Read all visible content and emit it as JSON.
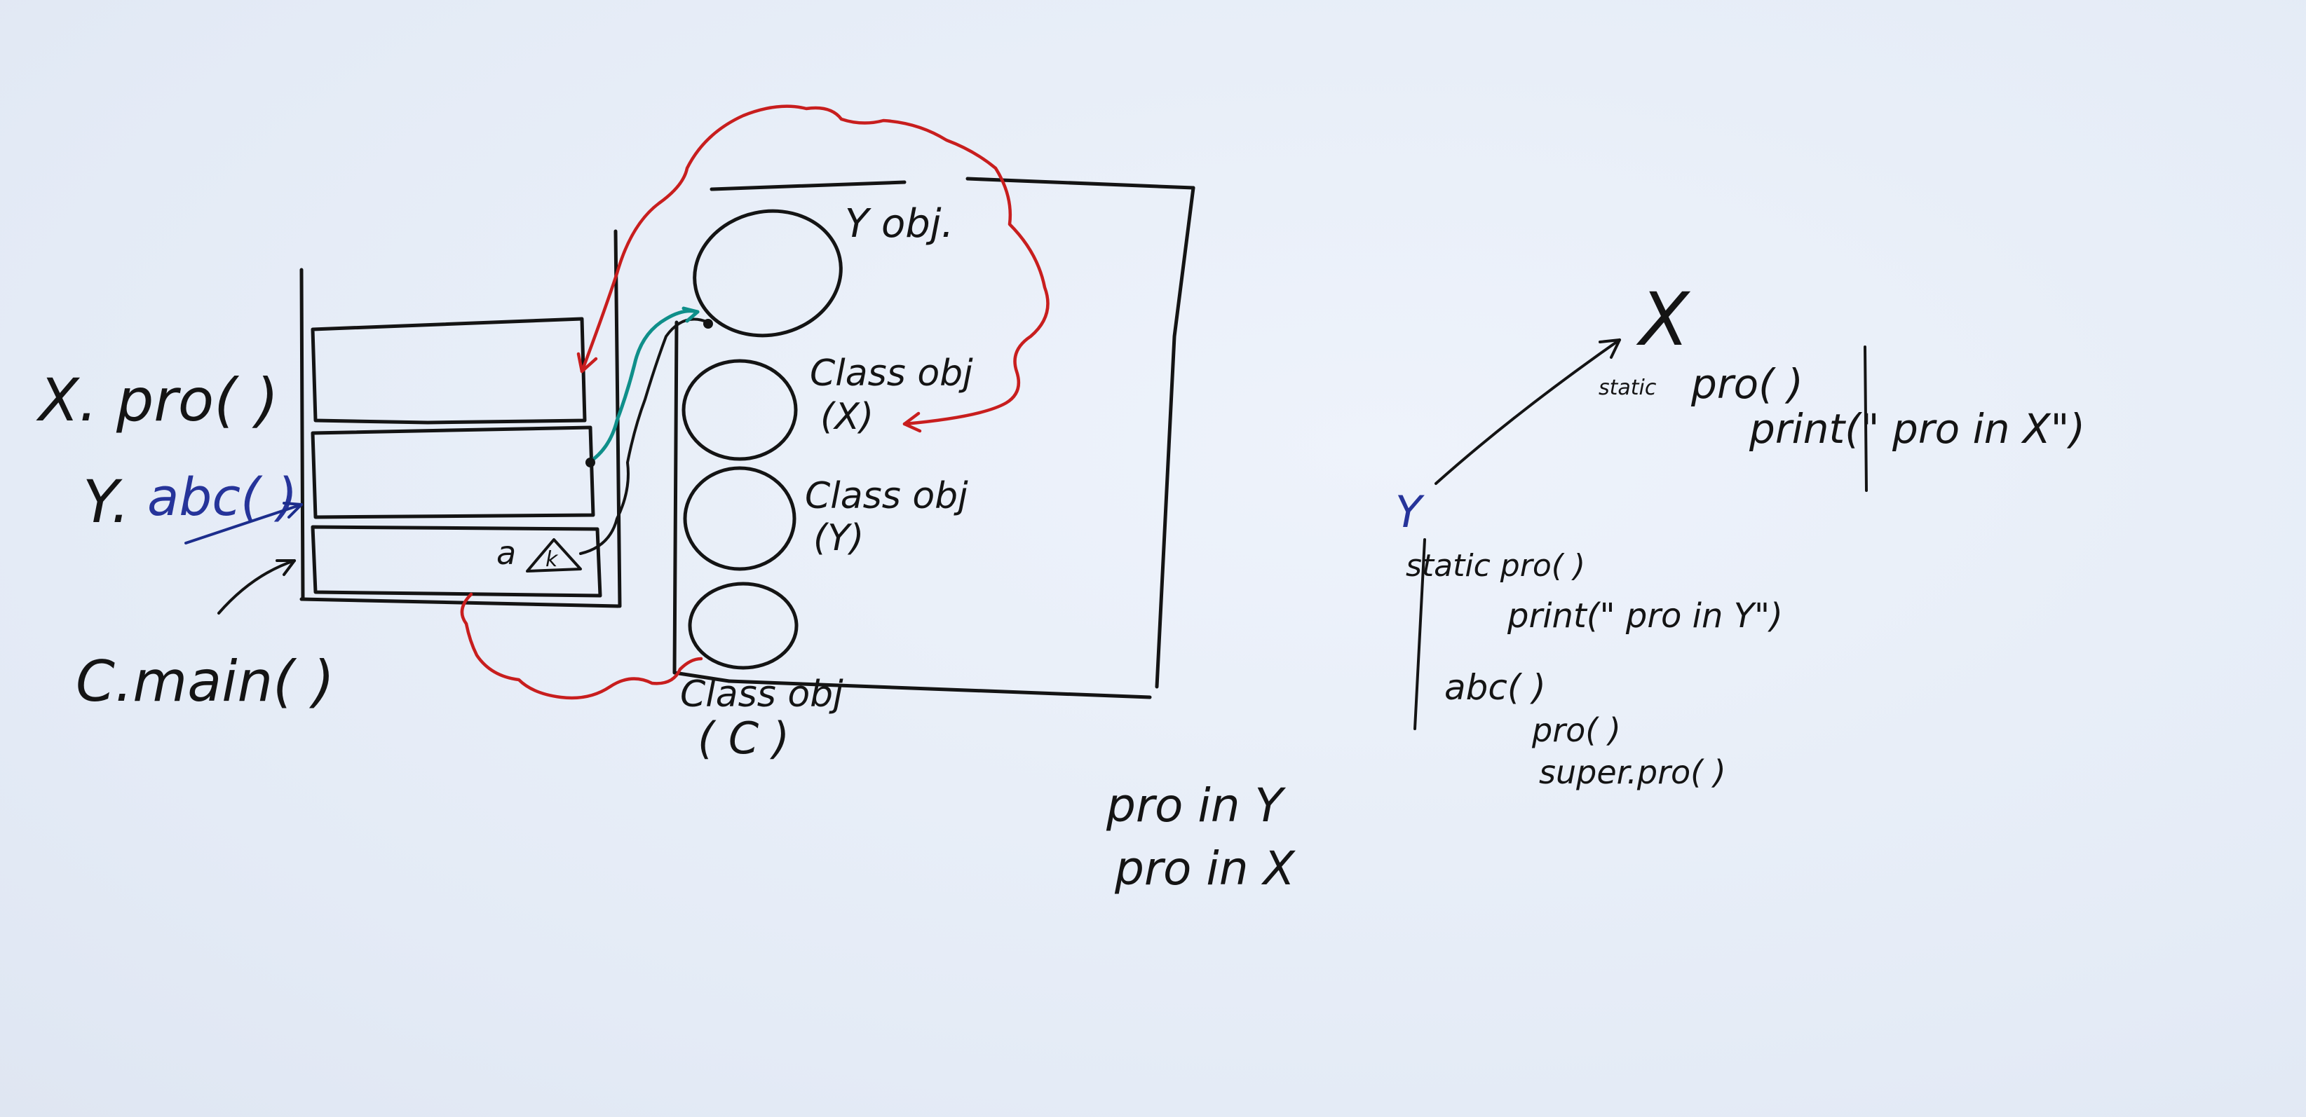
{
  "stack": {
    "frames": [
      {
        "label": "X. pro( )"
      },
      {
        "label_prefix": "Y.",
        "label_call": "abc( )"
      },
      {
        "label": "C.main( )"
      }
    ],
    "local_var": "a"
  },
  "heap": {
    "objects": [
      {
        "label": "Y obj."
      },
      {
        "label_line1": "Class obj",
        "label_line2": "(X)"
      },
      {
        "label_line1": "Class obj",
        "label_line2": "(Y)"
      },
      {
        "label_line1": "Class obj",
        "label_line2": "( C )"
      }
    ]
  },
  "output": {
    "lines": [
      "pro in Y",
      "pro in X"
    ]
  },
  "class_x": {
    "name": "X",
    "method_modifier": "static",
    "method": "pro( )",
    "body": "print(\" pro in X\")"
  },
  "class_y": {
    "name": "Y",
    "method1_sig": "static pro( )",
    "method1_body": "print(\" pro in Y\")",
    "method2_sig": "abc( )",
    "method2_line1": "pro( )",
    "method2_line2": "super.pro( )"
  },
  "colors": {
    "ink": "#141414",
    "red_marker": "#c81e1e",
    "teal_marker": "#0f8f8a",
    "blue_marker": "#1c2d8c",
    "board": "#e6edf8"
  }
}
